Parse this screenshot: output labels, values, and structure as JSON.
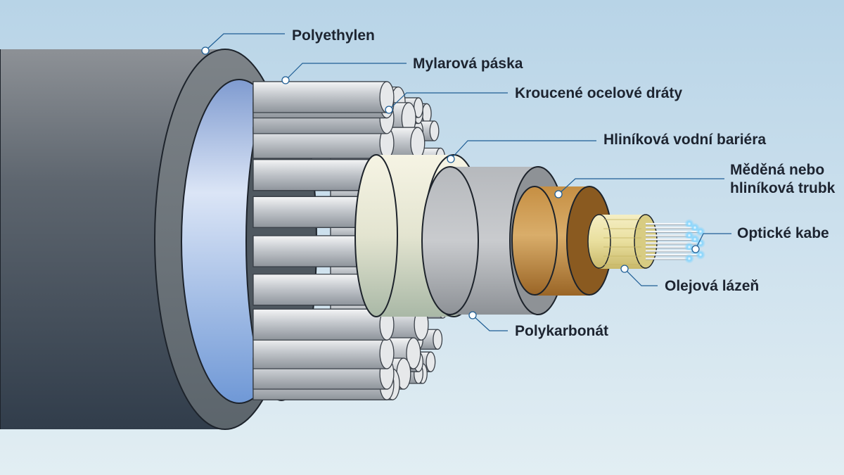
{
  "diagram": {
    "labels": {
      "polyethylen": "Polyethylen",
      "mylar": "Mylarová páska",
      "steel": "Kroucené ocelové dráty",
      "aluminum": "Hliníková vodní bariéra",
      "copper_line1": "Měděná nebo",
      "copper_line2": "hliníková trubk",
      "optical": "Optické kabe",
      "oil": "Olejová lázeň",
      "polycarbonate": "Polykarbonát"
    },
    "colors": {
      "background_top": "#b7d3e6",
      "background_bottom": "#dfecf2",
      "outer_jacket": "#3f4a55",
      "mylar_tape": "#a9c3ec",
      "steel_wires": "#c7cbd0",
      "water_barrier": "#e9e8d6",
      "polycarbonate": "#a9acb0",
      "copper_tube": "#b07a32",
      "oil_bath": "#e8dfa0",
      "fiber_glow": "#7fd4ff",
      "leader_line": "#1f5e95"
    }
  }
}
